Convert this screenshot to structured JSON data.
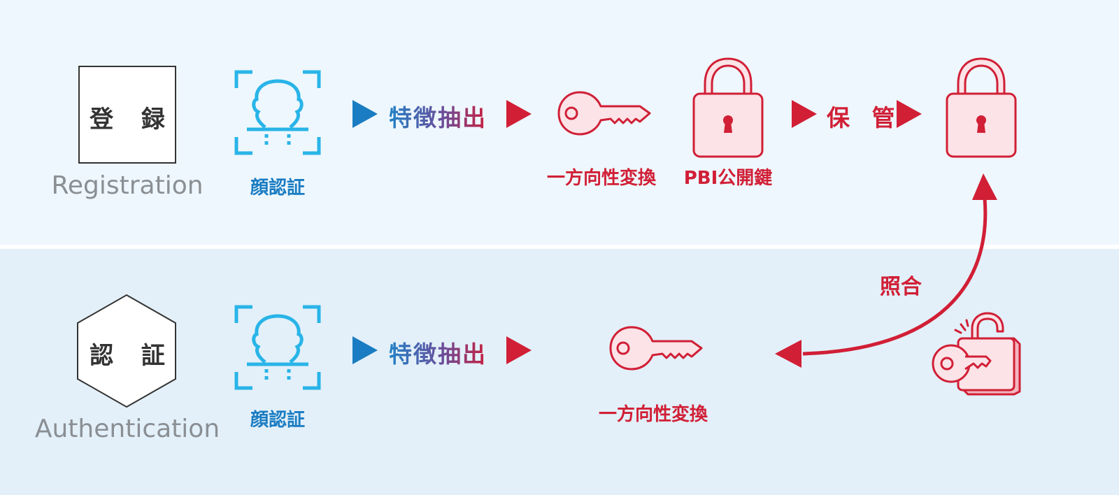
{
  "registration": {
    "stage_label": "登 録",
    "stage_label_en": "Registration",
    "face_auth_label": "顔認証",
    "feature_extraction_label": "特徴抽出",
    "one_way_label": "一方向性変換",
    "public_key_label": "PBI公開鍵",
    "storage_label": "保 管"
  },
  "authentication": {
    "stage_label": "認 証",
    "stage_label_en": "Authentication",
    "face_auth_label": "顔認証",
    "feature_extraction_label": "特徴抽出",
    "one_way_label": "一方向性変換",
    "verify_label": "照合"
  },
  "icons": [
    "face-scan-icon",
    "key-icon",
    "padlock-icon",
    "unlocked-padlock-icon",
    "arrow-right-icon"
  ],
  "colors": {
    "blue": "#1a7cc2",
    "cyan": "#29b4e8",
    "red": "#d11f36",
    "pink_fill": "#fbe3e7",
    "band_top": "#eef7fd",
    "band_bottom": "#e3f0f9"
  }
}
